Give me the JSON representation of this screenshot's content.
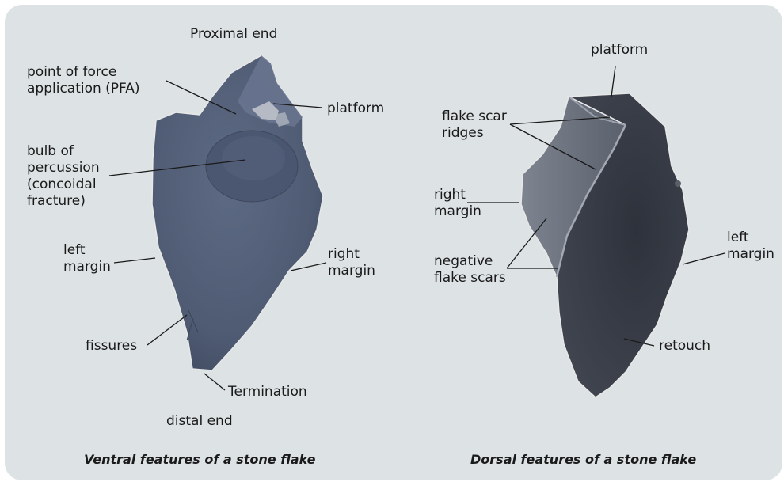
{
  "ventral": {
    "caption": "Ventral features of a stone flake",
    "labels": {
      "proximal_end": "Proximal end",
      "pfa": "point of force\napplication (PFA)",
      "platform": "platform",
      "bulb": "bulb of\npercussion\n(concoidal\nfracture)",
      "left_margin": "left\nmargin",
      "right_margin": "right\nmargin",
      "fissures": "fissures",
      "termination": "Termination",
      "distal_end": "distal end"
    }
  },
  "dorsal": {
    "caption": "Dorsal features of a stone flake",
    "labels": {
      "platform": "platform",
      "flake_scar_ridges": "flake scar\nridges",
      "right_margin": "right\nmargin",
      "negative_flake_scars": "negative\nflake scars",
      "left_margin": "left\nmargin",
      "retouch": "retouch"
    }
  },
  "colors": {
    "background_panel": "#dde2e4",
    "stone_ventral": "#55617a",
    "stone_dorsal": "#3b3f4a",
    "leader_line": "#1a1a1a"
  }
}
